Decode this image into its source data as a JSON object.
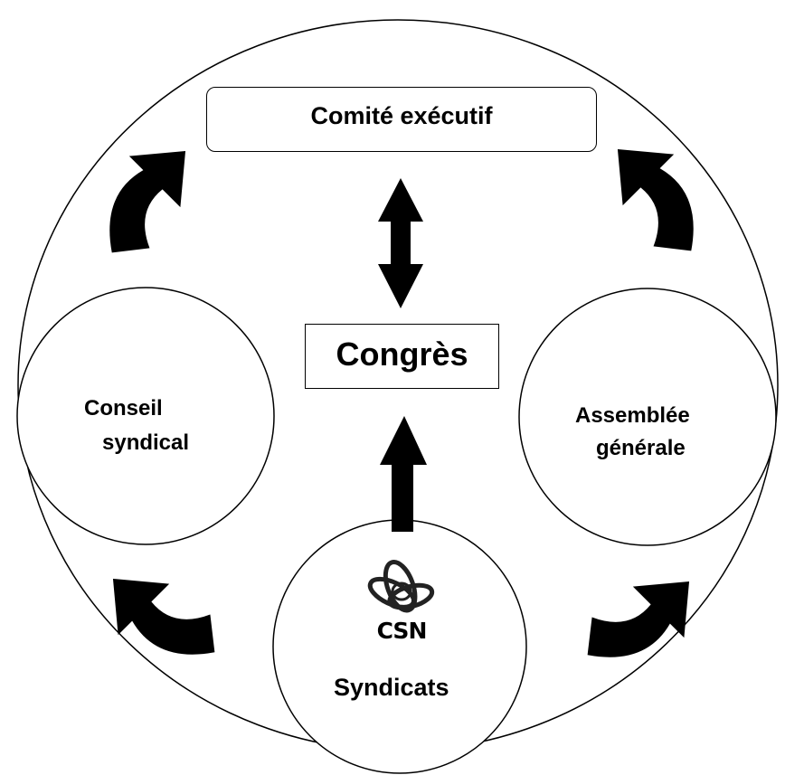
{
  "nodes": {
    "comite": "Comité exécutif",
    "congres": "Congrès",
    "conseil_line1": "Conseil",
    "conseil_line2": "syndical",
    "assemblee_line1": "Assemblée",
    "assemblee_line2": "générale",
    "syndicats": "Syndicats"
  },
  "logo": {
    "text": "CSN",
    "icon": "csn-knot-logo"
  },
  "colors": {
    "line": "#000000",
    "fill": "#ffffff",
    "arrow": "#000000"
  }
}
